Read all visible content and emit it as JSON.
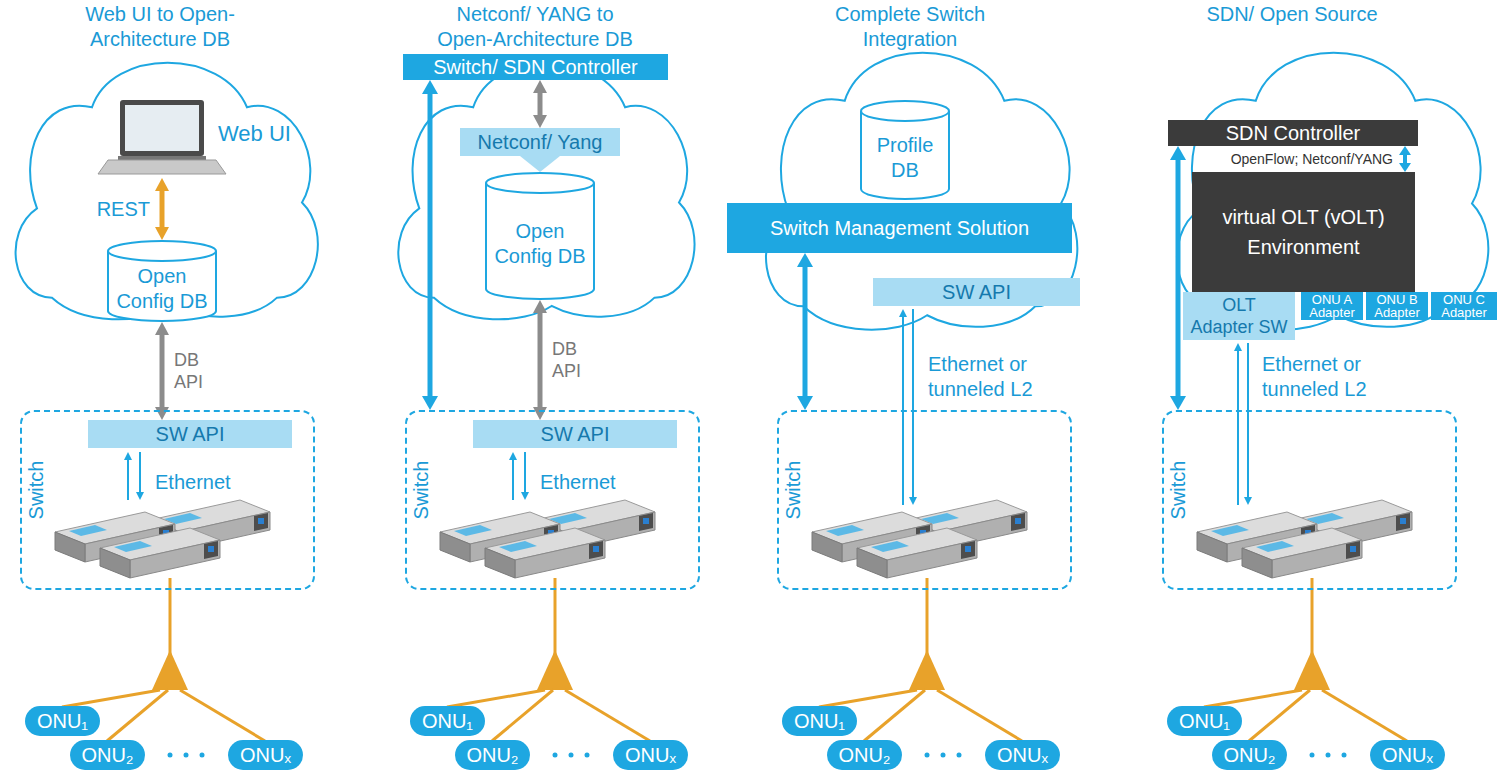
{
  "diagram": {
    "nodes": [
      {
        "text": [
          "Web UI"
        ]
      },
      {
        "text": [
          "Open Config DB"
        ]
      },
      {
        "text": [
          "Switch"
        ]
      },
      {
        "text": [
          "SW API"
        ],
        "in": 2
      },
      {
        "text": [
          "ONU₁"
        ]
      },
      {
        "text": [
          "ONU₂"
        ]
      },
      {
        "text": [
          "ONUₓ"
        ]
      },
      {
        "text": [
          "Switch/ SDN Controller"
        ]
      },
      {
        "text": [
          "Netconf/ Yang"
        ]
      },
      {
        "text": [
          "Open Config DB"
        ]
      },
      {
        "text": [
          "Switch"
        ]
      },
      {
        "text": [
          "SW API"
        ],
        "in": 10
      },
      {
        "text": [
          "ONU₁"
        ]
      },
      {
        "text": [
          "ONU₂"
        ]
      },
      {
        "text": [
          "ONUₓ"
        ]
      },
      {
        "text": [
          "Profile DB"
        ]
      },
      {
        "text": [
          "Switch Management Solution"
        ]
      },
      {
        "text": [
          "SW API"
        ]
      },
      {
        "text": [
          "Switch"
        ]
      },
      {
        "text": [
          "ONU₁"
        ]
      },
      {
        "text": [
          "ONU₂"
        ]
      },
      {
        "text": [
          "ONUₓ"
        ]
      },
      {
        "text": [
          "SDN Controller"
        ]
      },
      {
        "text": [
          "virtual OLT (vOLT) Environment"
        ]
      },
      {
        "text": [
          "OLT Adapter SW"
        ]
      },
      {
        "text": [
          "ONU A Adapter"
        ]
      },
      {
        "text": [
          "ONU B Adapter"
        ]
      },
      {
        "text": [
          "ONU C Adapter"
        ]
      },
      {
        "text": [
          "Switch"
        ]
      },
      {
        "text": [
          "ONU₁"
        ]
      },
      {
        "text": [
          "ONU₂"
        ]
      },
      {
        "text": [
          "ONUₓ"
        ]
      }
    ],
    "edges": [
      {
        "from": 0,
        "to": 1,
        "label": "REST",
        "arrow": "both"
      },
      {
        "from": 1,
        "to": 3,
        "label": "DB API",
        "arrow": "both"
      },
      {
        "from": 7,
        "to": 8,
        "arrow": "both"
      },
      {
        "from": 8,
        "to": 9,
        "arrow": "to"
      },
      {
        "from": 7,
        "to": 10,
        "arrow": "both"
      },
      {
        "from": 9,
        "to": 11,
        "label": "DB API",
        "arrow": "both"
      },
      {
        "from": 16,
        "to": 18,
        "arrow": "both"
      },
      {
        "from": 22,
        "to": 23,
        "label": "OpenFlow; Netconf/YANG",
        "arrow": "both"
      },
      {
        "from": 22,
        "to": 28,
        "arrow": "both"
      }
    ],
    "labels": [
      "Web UI to Open-Architecture DB",
      "Netconf/ YANG to Open-Architecture DB",
      "Complete Switch Integration",
      "SDN/ Open Source",
      "Ethernet",
      "Ethernet",
      "Ethernet or tunneled L2",
      "Ethernet or tunneled L2"
    ]
  }
}
